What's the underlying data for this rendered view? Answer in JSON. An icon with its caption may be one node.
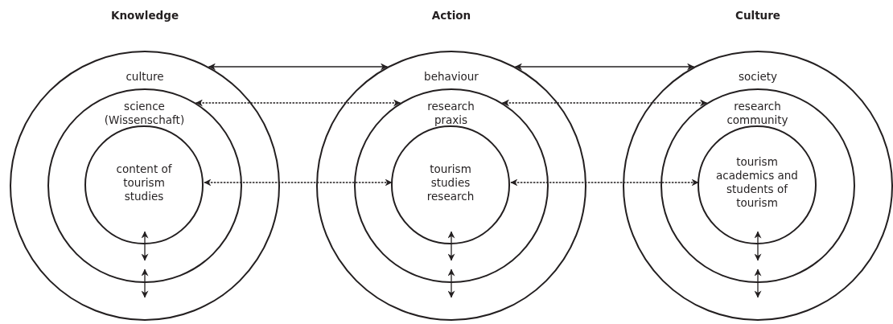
{
  "diagram": {
    "nodes": [
      {
        "text": [
          "culture"
        ]
      },
      {
        "text": [
          "science (Wissenschaft)"
        ],
        "in": 0
      },
      {
        "text": [
          "content of tourism studies"
        ],
        "in": 1
      },
      {
        "text": [
          "behaviour"
        ]
      },
      {
        "text": [
          "research praxis"
        ],
        "in": 3
      },
      {
        "text": [
          "tourism studies research"
        ],
        "in": 4
      },
      {
        "text": [
          "society"
        ]
      },
      {
        "text": [
          "research community"
        ],
        "in": 6
      },
      {
        "text": [
          "tourism academics and students of tourism"
        ],
        "in": 7
      }
    ],
    "edges": [
      {
        "from": 0,
        "to": 3,
        "arrow": "both"
      },
      {
        "from": 3,
        "to": 6,
        "arrow": "both"
      },
      {
        "from": 1,
        "to": 4,
        "arrow": "both",
        "style": "dashed"
      },
      {
        "from": 4,
        "to": 7,
        "arrow": "both",
        "style": "dashed"
      },
      {
        "from": 2,
        "to": 5,
        "arrow": "both",
        "style": "dashed"
      },
      {
        "from": 5,
        "to": 8,
        "arrow": "both",
        "style": "dashed"
      },
      {
        "from": 2,
        "to": 1,
        "arrow": "both"
      },
      {
        "from": 1,
        "to": 0,
        "arrow": "both"
      },
      {
        "from": 5,
        "to": 4,
        "arrow": "both"
      },
      {
        "from": 4,
        "to": 3,
        "arrow": "both"
      },
      {
        "from": 8,
        "to": 7,
        "arrow": "both"
      },
      {
        "from": 7,
        "to": 6,
        "arrow": "both"
      }
    ],
    "labels": [
      "Knowledge",
      "Action",
      "Culture"
    ]
  }
}
